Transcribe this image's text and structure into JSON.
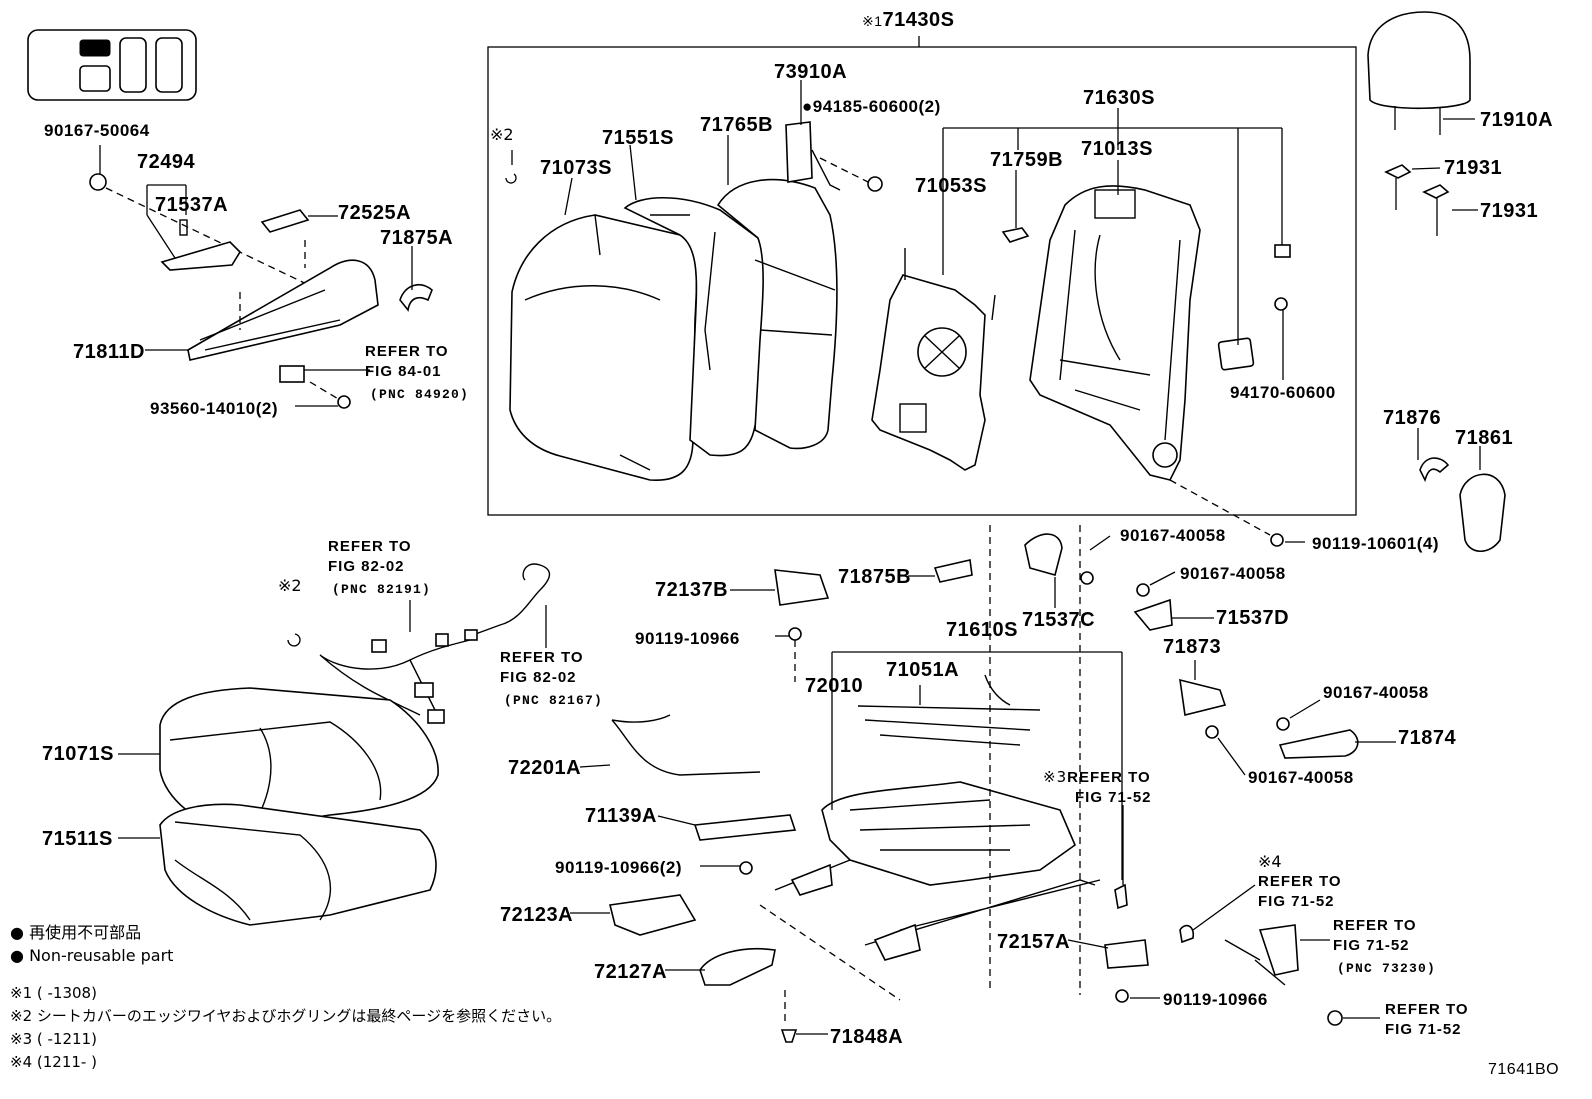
{
  "diagram": {
    "main_assy": "71430S",
    "main_assy_mark": "※1",
    "labels": {
      "p71430s_mark": "※1",
      "p73910a": "73910A",
      "p94185": "94185-60600(2)",
      "p71630s": "71630S",
      "p71551s": "71551S",
      "p71765b": "71765B",
      "p71759b": "71759B",
      "p71013s": "71013S",
      "p71073s": "71073S",
      "p71053s": "71053S",
      "p_note2_a": "※2",
      "p94170": "94170-60600",
      "p71910a": "71910A",
      "p71931a": "71931",
      "p71931b": "71931",
      "p90167_50064": "90167-50064",
      "p72494": "72494",
      "p71537a": "71537A",
      "p72525a": "72525A",
      "p71875a": "71875A",
      "p71811d": "71811D",
      "refer_84_01_a": "REFER TO",
      "refer_84_01_b": "FIG 84-01",
      "refer_84_01_c": "(PNC 84920)",
      "p93560": "93560-14010(2)",
      "p71876": "71876",
      "p71861": "71861",
      "p90119_10601": "90119-10601(4)",
      "p90167_40058_a": "90167-40058",
      "p90167_40058_b": "90167-40058",
      "p71875b": "71875B",
      "p71537c": "71537C",
      "p71537d": "71537D",
      "p72137b": "72137B",
      "p90119_10966_a": "90119-10966",
      "p71610s": "71610S",
      "p71051a": "71051A",
      "p72010": "72010",
      "p71873": "71873",
      "p90167_40058_c": "90167-40058",
      "p71874": "71874",
      "p90167_40058_d": "90167-40058",
      "refer_82_02_a1": "REFER TO",
      "refer_82_02_a2": "FIG 82-02",
      "refer_82_02_a3": "(PNC 82191)",
      "p_note2_b": "※2",
      "refer_82_02_b1": "REFER TO",
      "refer_82_02_b2": "FIG 82-02",
      "refer_82_02_b3": "(PNC 82167)",
      "p71071s": "71071S",
      "p71511s": "71511S",
      "p72201a": "72201A",
      "p71139a": "71139A",
      "refer_71_52_a_mark": "※3",
      "refer_71_52_a1": "REFER TO",
      "refer_71_52_a2": "FIG 71-52",
      "p90119_10966_2": "90119-10966(2)",
      "p72123a": "72123A",
      "p72127a": "72127A",
      "p72157a": "72157A",
      "p90119_10966_b": "90119-10966",
      "p71848a": "71848A",
      "refer_71_52_b_mark": "※4",
      "refer_71_52_b1": "REFER TO",
      "refer_71_52_b2": "FIG 71-52",
      "refer_71_52_c1": "REFER TO",
      "refer_71_52_c2": "FIG 71-52",
      "refer_71_52_c3": "(PNC 73230)",
      "refer_71_52_d1": "REFER TO",
      "refer_71_52_d2": "FIG 71-52"
    }
  },
  "legend": {
    "bullet": "●",
    "nonreusable_jp": "再使用不可部品",
    "nonreusable_en": "Non-reusable part",
    "notes": [
      "※1 (      -1308)",
      "※2 シートカバーのエッジワイヤおよびホグリングは最終ページを参照ください。",
      "※3 (      -1211)",
      "※4 (1211-      )"
    ]
  },
  "figure_id": "71641BO"
}
